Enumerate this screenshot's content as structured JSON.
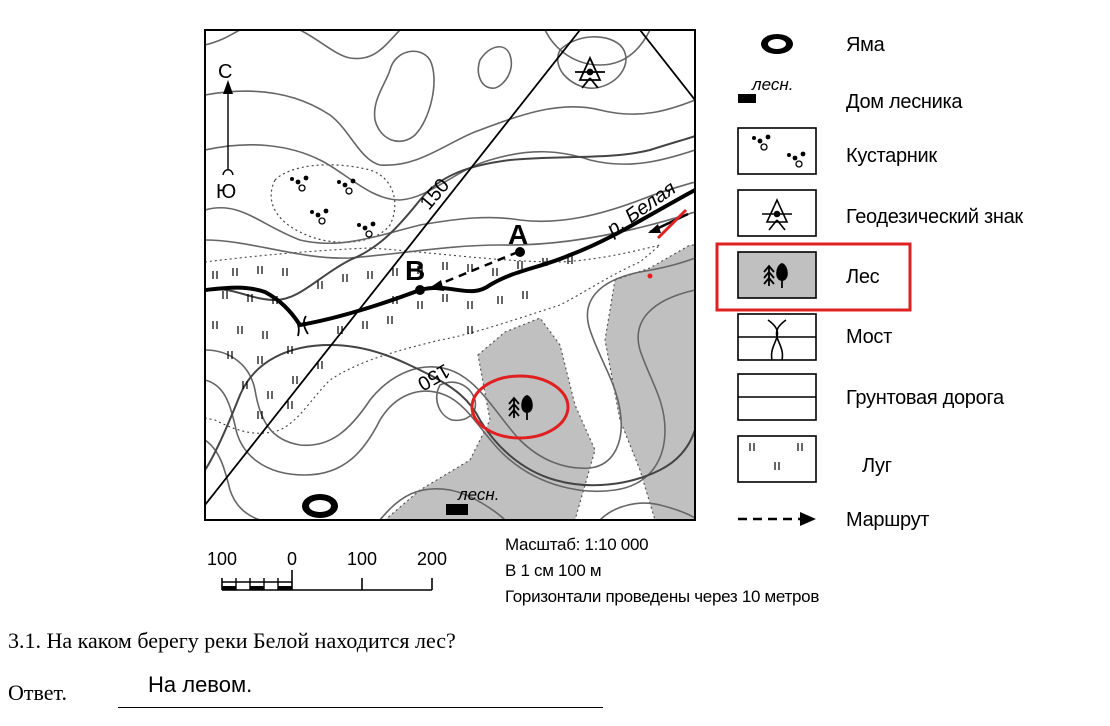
{
  "map": {
    "north_label": "С",
    "south_label": "Ю",
    "contour_label_top": "150",
    "contour_label_bottom": "150",
    "river_label": "р. Белая",
    "point_a": "А",
    "point_b": "В",
    "forester_label": "лесн.",
    "colors": {
      "forest_fill": "#c0c0c0",
      "highlight_red": "#e02020",
      "ink": "#000000"
    }
  },
  "legend": {
    "forester_symbol_text": "лесн.",
    "items": [
      {
        "icon": "pit-icon",
        "label": "Яма"
      },
      {
        "icon": "forester-house-icon",
        "label": "Дом лесника"
      },
      {
        "icon": "shrub-icon",
        "label": "Кустарник"
      },
      {
        "icon": "geodetic-sign-icon",
        "label": "Геодезический знак"
      },
      {
        "icon": "forest-icon",
        "label": "Лес"
      },
      {
        "icon": "bridge-icon",
        "label": "Мост"
      },
      {
        "icon": "dirt-road-icon",
        "label": "Грунтовая дорога"
      },
      {
        "icon": "meadow-icon",
        "label": "Луг"
      },
      {
        "icon": "route-icon",
        "label": "Маршрут"
      }
    ]
  },
  "scale": {
    "numbers": [
      "100",
      "0",
      "100",
      "200"
    ],
    "scale_text": "Масштаб: 1:10 000",
    "cm_text": "В 1 см 100 м",
    "contour_text": "Горизонтали проведены через 10 метров"
  },
  "question": {
    "text": "3.1. На каком берегу реки Белой находится лес?",
    "answer_label": "Ответ.",
    "answer_value": "На левом."
  }
}
